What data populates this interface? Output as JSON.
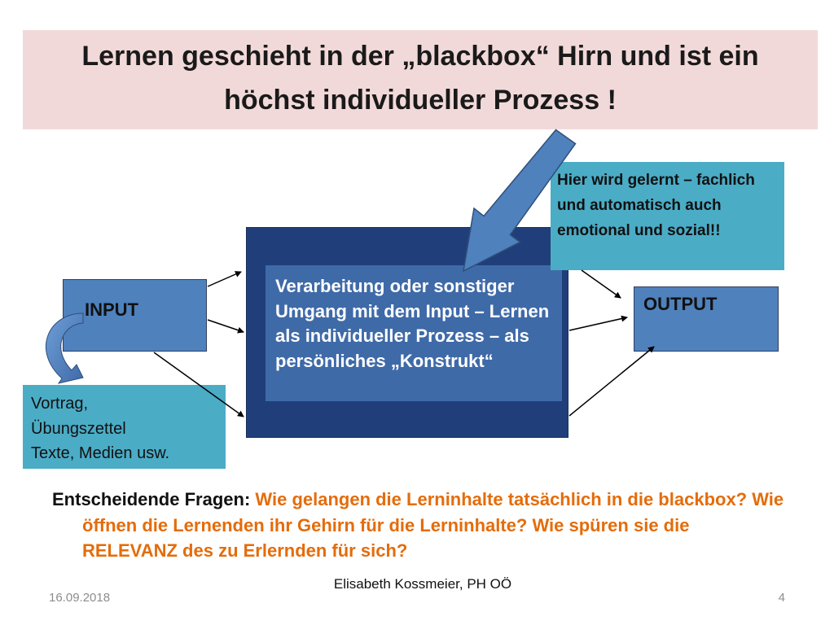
{
  "title": {
    "line1": "Lernen geschieht in der „blackbox“ Hirn und ist ein",
    "line2": "höchst individueller Prozess !"
  },
  "diagram": {
    "input_label": "INPUT",
    "output_label": "OUTPUT",
    "process_text": "Verarbeitung oder sonstiger Umgang mit dem Input – Lernen als individueller Prozess – als persönliches „Konstrukt“",
    "callout_text": "Hier wird gelernt – fachlich und automatisch auch emotional und sozial!!",
    "media_lines": [
      "Vortrag,",
      "Übungszettel",
      "Texte, Medien usw."
    ]
  },
  "question": {
    "lead": "Entscheidende Fragen:",
    "text": "Wie gelangen die Lerninhalte tatsächlich in die blackbox? Wie öffnen die Lernenden ihr Gehirn für die Lerninhalte? Wie spüren sie die RELEVANZ des zu Erlernden für sich?"
  },
  "footer": {
    "author": "Elisabeth Kossmeier, PH OÖ",
    "date": "16.09.2018",
    "page": "4"
  },
  "colors": {
    "title_bg": "#f2d9d9",
    "box_blue": "#4f81bd",
    "blackbox": "#203f7a",
    "inner_box": "#3f6aa8",
    "callout_teal": "#4bacc6",
    "highlight_orange": "#e46c0a"
  }
}
